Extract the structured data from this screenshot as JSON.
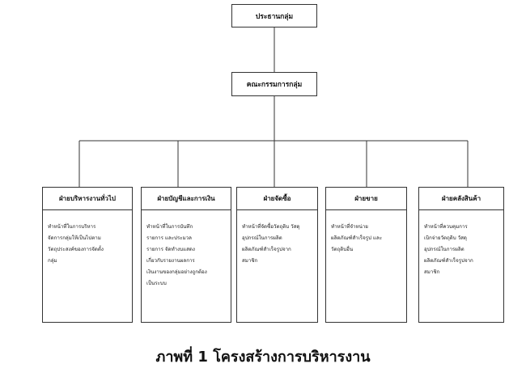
{
  "root": {
    "label": "ประธานกลุ่ม"
  },
  "committee": {
    "label": "คณะกรรมการกลุ่ม"
  },
  "departments": [
    {
      "title": "ฝ่ายบริหารงานทั่วไป",
      "description": "ทำหน้าที่ในการบริหาร\nจัดการกลุ่มให้เป็นไปตาม\nวัตถุประสงค์ของการจัดตั้ง\nกลุ่ม"
    },
    {
      "title": "ฝ่ายบัญชีและการเงิน",
      "description": "ทำหน้าที่ในการบันทึก\nรายการ และประมวล\nรายการ จัดทำงบแสดง\nเกี่ยวกับรายงานผลการ\nเงินงานของกลุ่มอย่างถูกต้อง\nเป็นระบบ"
    },
    {
      "title": "ฝ่ายจัดซื้อ",
      "description": "ทำหน้าที่จัดซื้อวัตถุดิบ วัสดุ\nอุปกรณ์ในการผลิต\nผลิตภัณฑ์สำเร็จรูปจาก\nสมาชิก"
    },
    {
      "title": "ฝ่ายขาย",
      "description": "ทำหน้าที่จำหน่าย\nผลิตภัณฑ์สำเร็จรูป และ\nวัตถุดิบอื่น"
    },
    {
      "title": "ฝ่ายคลังสินค้า",
      "description": "ทำหน้าที่ควบคุมการ\nเบิกจ่ายวัตถุดิบ วัสดุ\nอุปกรณ์ในการผลิต\nผลิตภัณฑ์สำเร็จรูปจาก\nสมาชิก"
    }
  ],
  "caption": "ภาพที่ 1 โครงสร้างการบริหารงาน"
}
